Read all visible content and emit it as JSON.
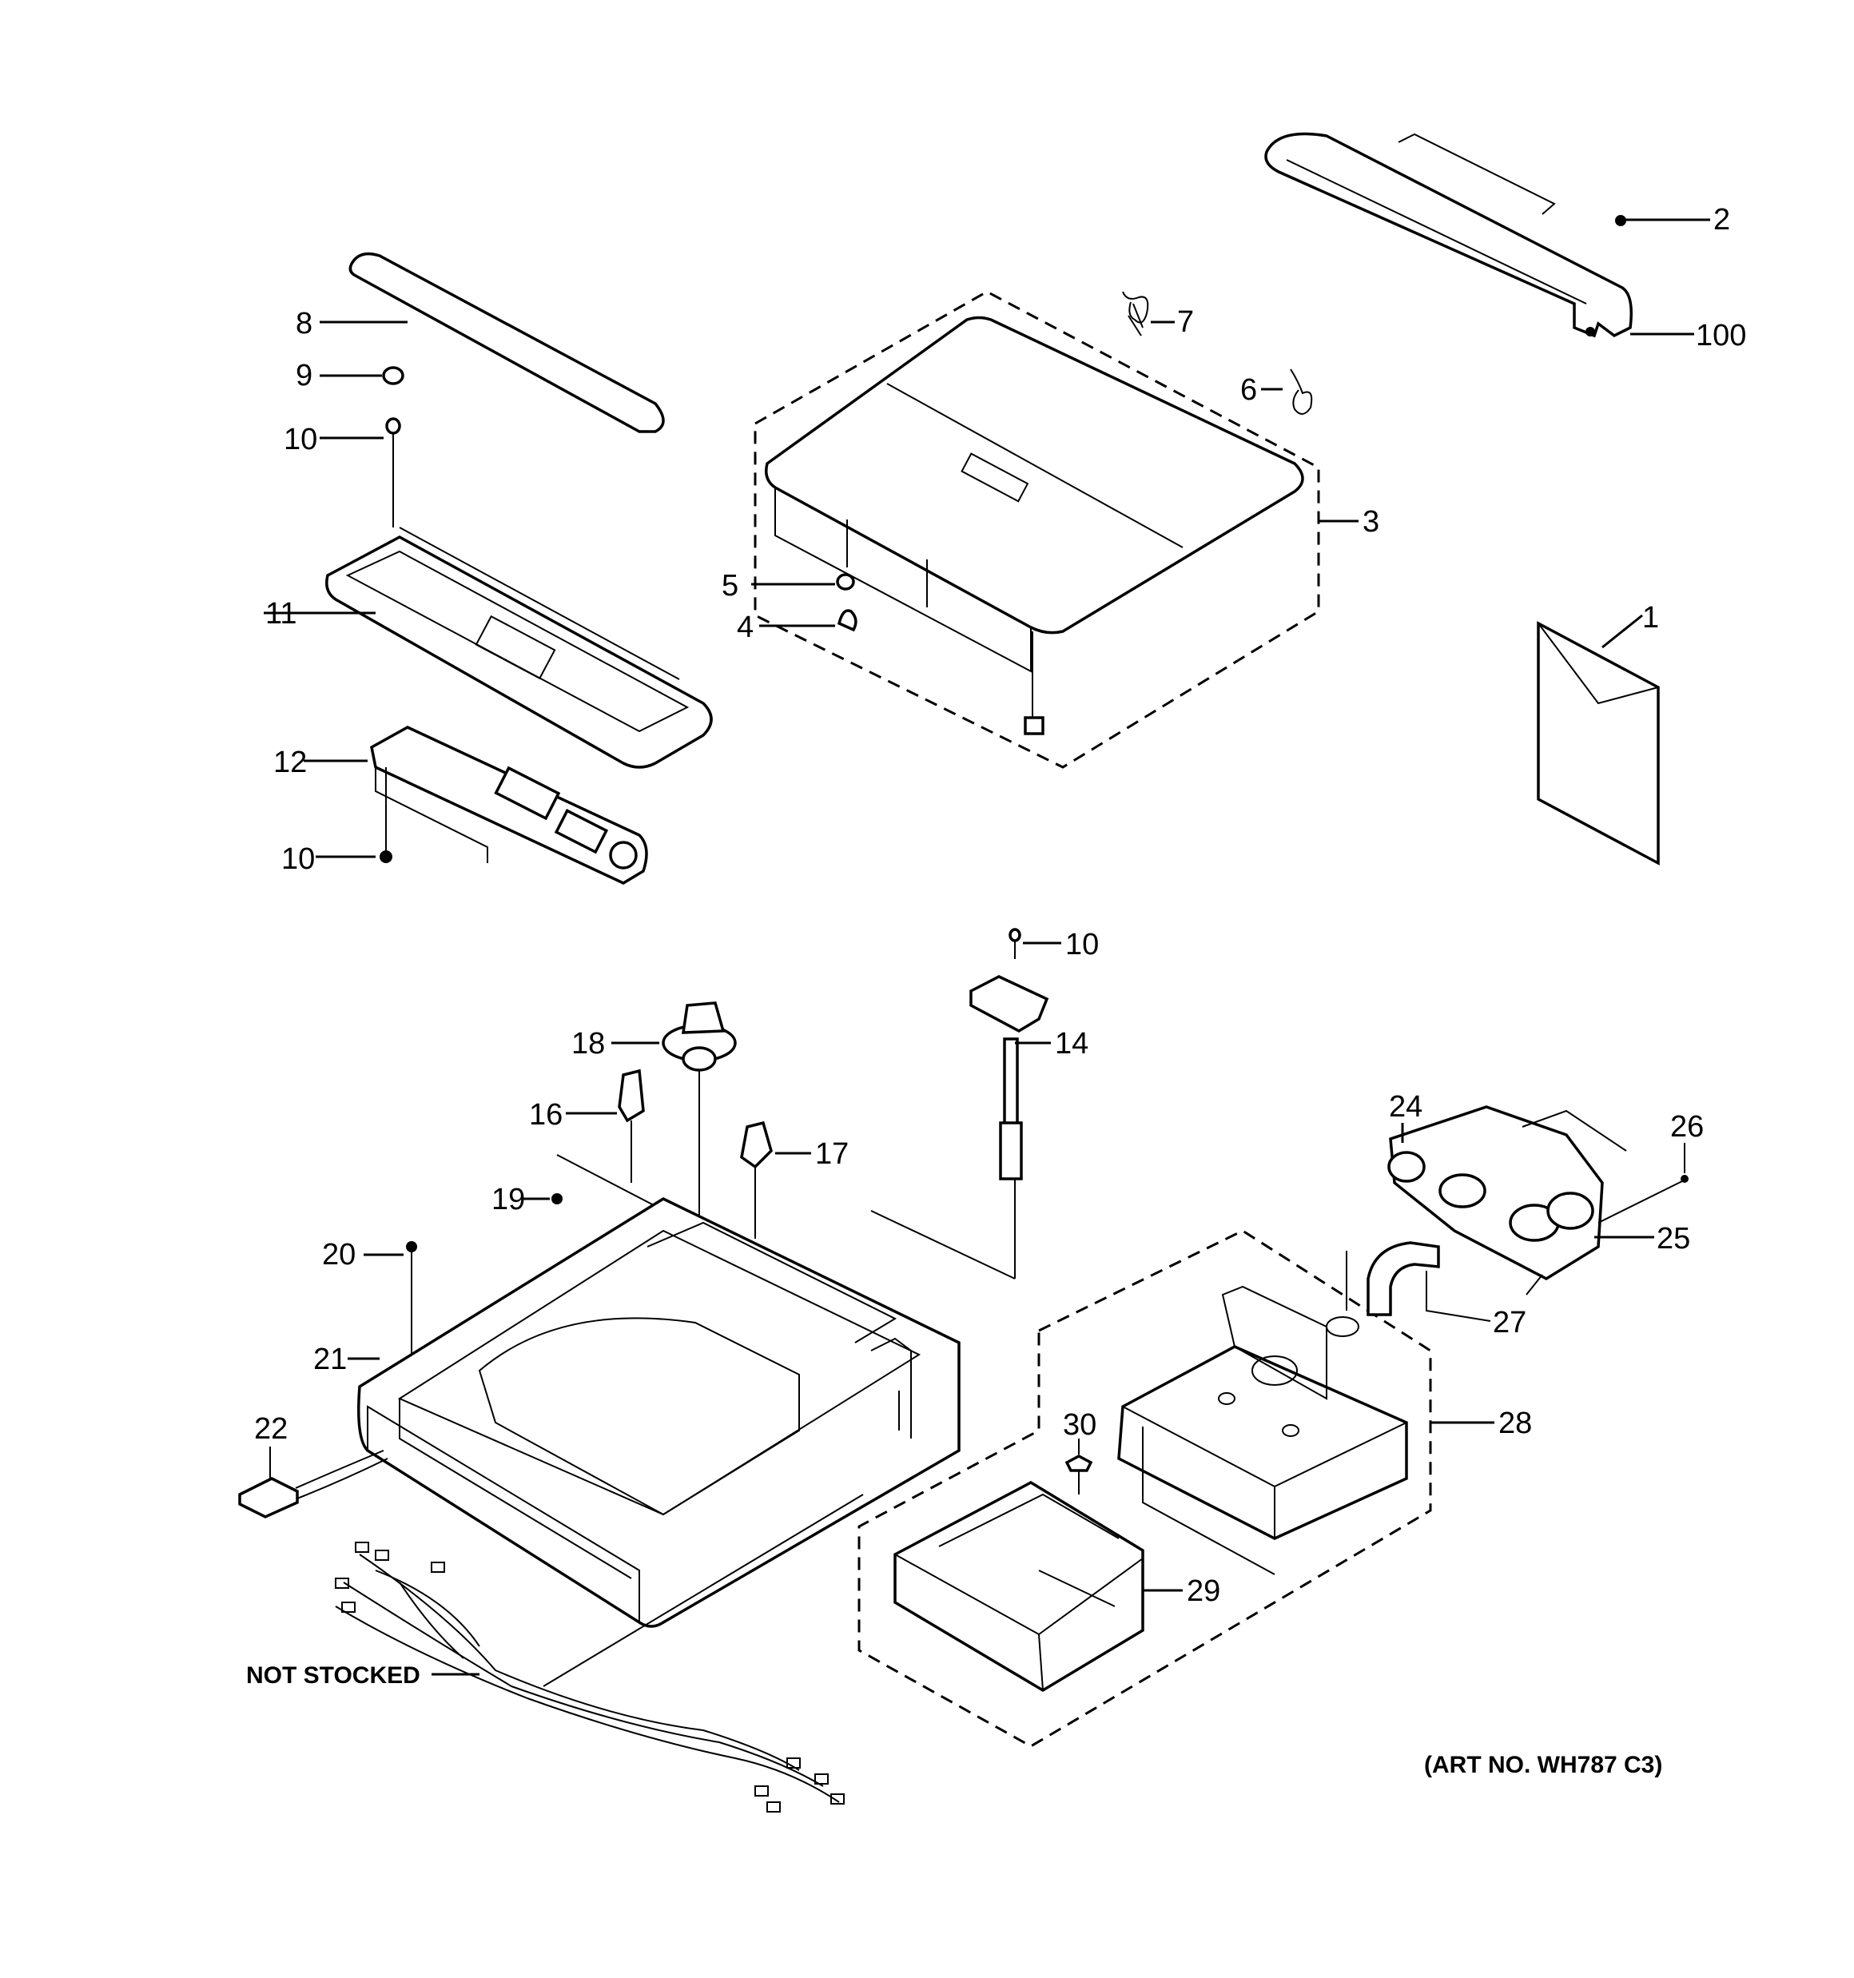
{
  "diagram": {
    "callouts": {
      "c1": "1",
      "c2": "2",
      "c3": "3",
      "c4": "4",
      "c5": "5",
      "c6": "6",
      "c7": "7",
      "c8": "8",
      "c9": "9",
      "c10a": "10",
      "c10b": "10",
      "c10c": "10",
      "c11": "11",
      "c12": "12",
      "c14": "14",
      "c16": "16",
      "c17": "17",
      "c18": "18",
      "c19": "19",
      "c20": "20",
      "c21": "21",
      "c22": "22",
      "c24": "24",
      "c25": "25",
      "c26": "26",
      "c27": "27",
      "c28": "28",
      "c29": "29",
      "c30": "30",
      "c100": "100"
    },
    "not_stocked": "NOT STOCKED",
    "art_no": "(ART NO. WH787 C3)"
  }
}
